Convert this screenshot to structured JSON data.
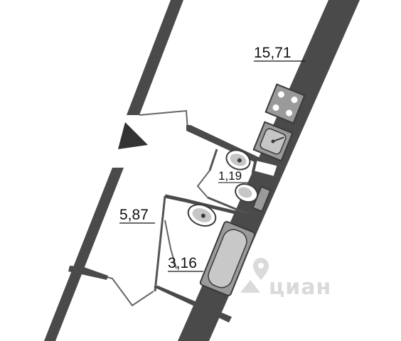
{
  "rooms": {
    "main_room": {
      "area": "15,71"
    },
    "toilet": {
      "area": "1,19"
    },
    "hall": {
      "area": "5,87"
    },
    "bathroom": {
      "area": "3,16"
    }
  },
  "watermark": {
    "text": "циан"
  },
  "colors": {
    "wall": "#4a4a4a",
    "fixture_fill": "#9a9a9a",
    "fixture_stroke": "#3a3a3a",
    "line": "#555555",
    "label": "#111111"
  }
}
